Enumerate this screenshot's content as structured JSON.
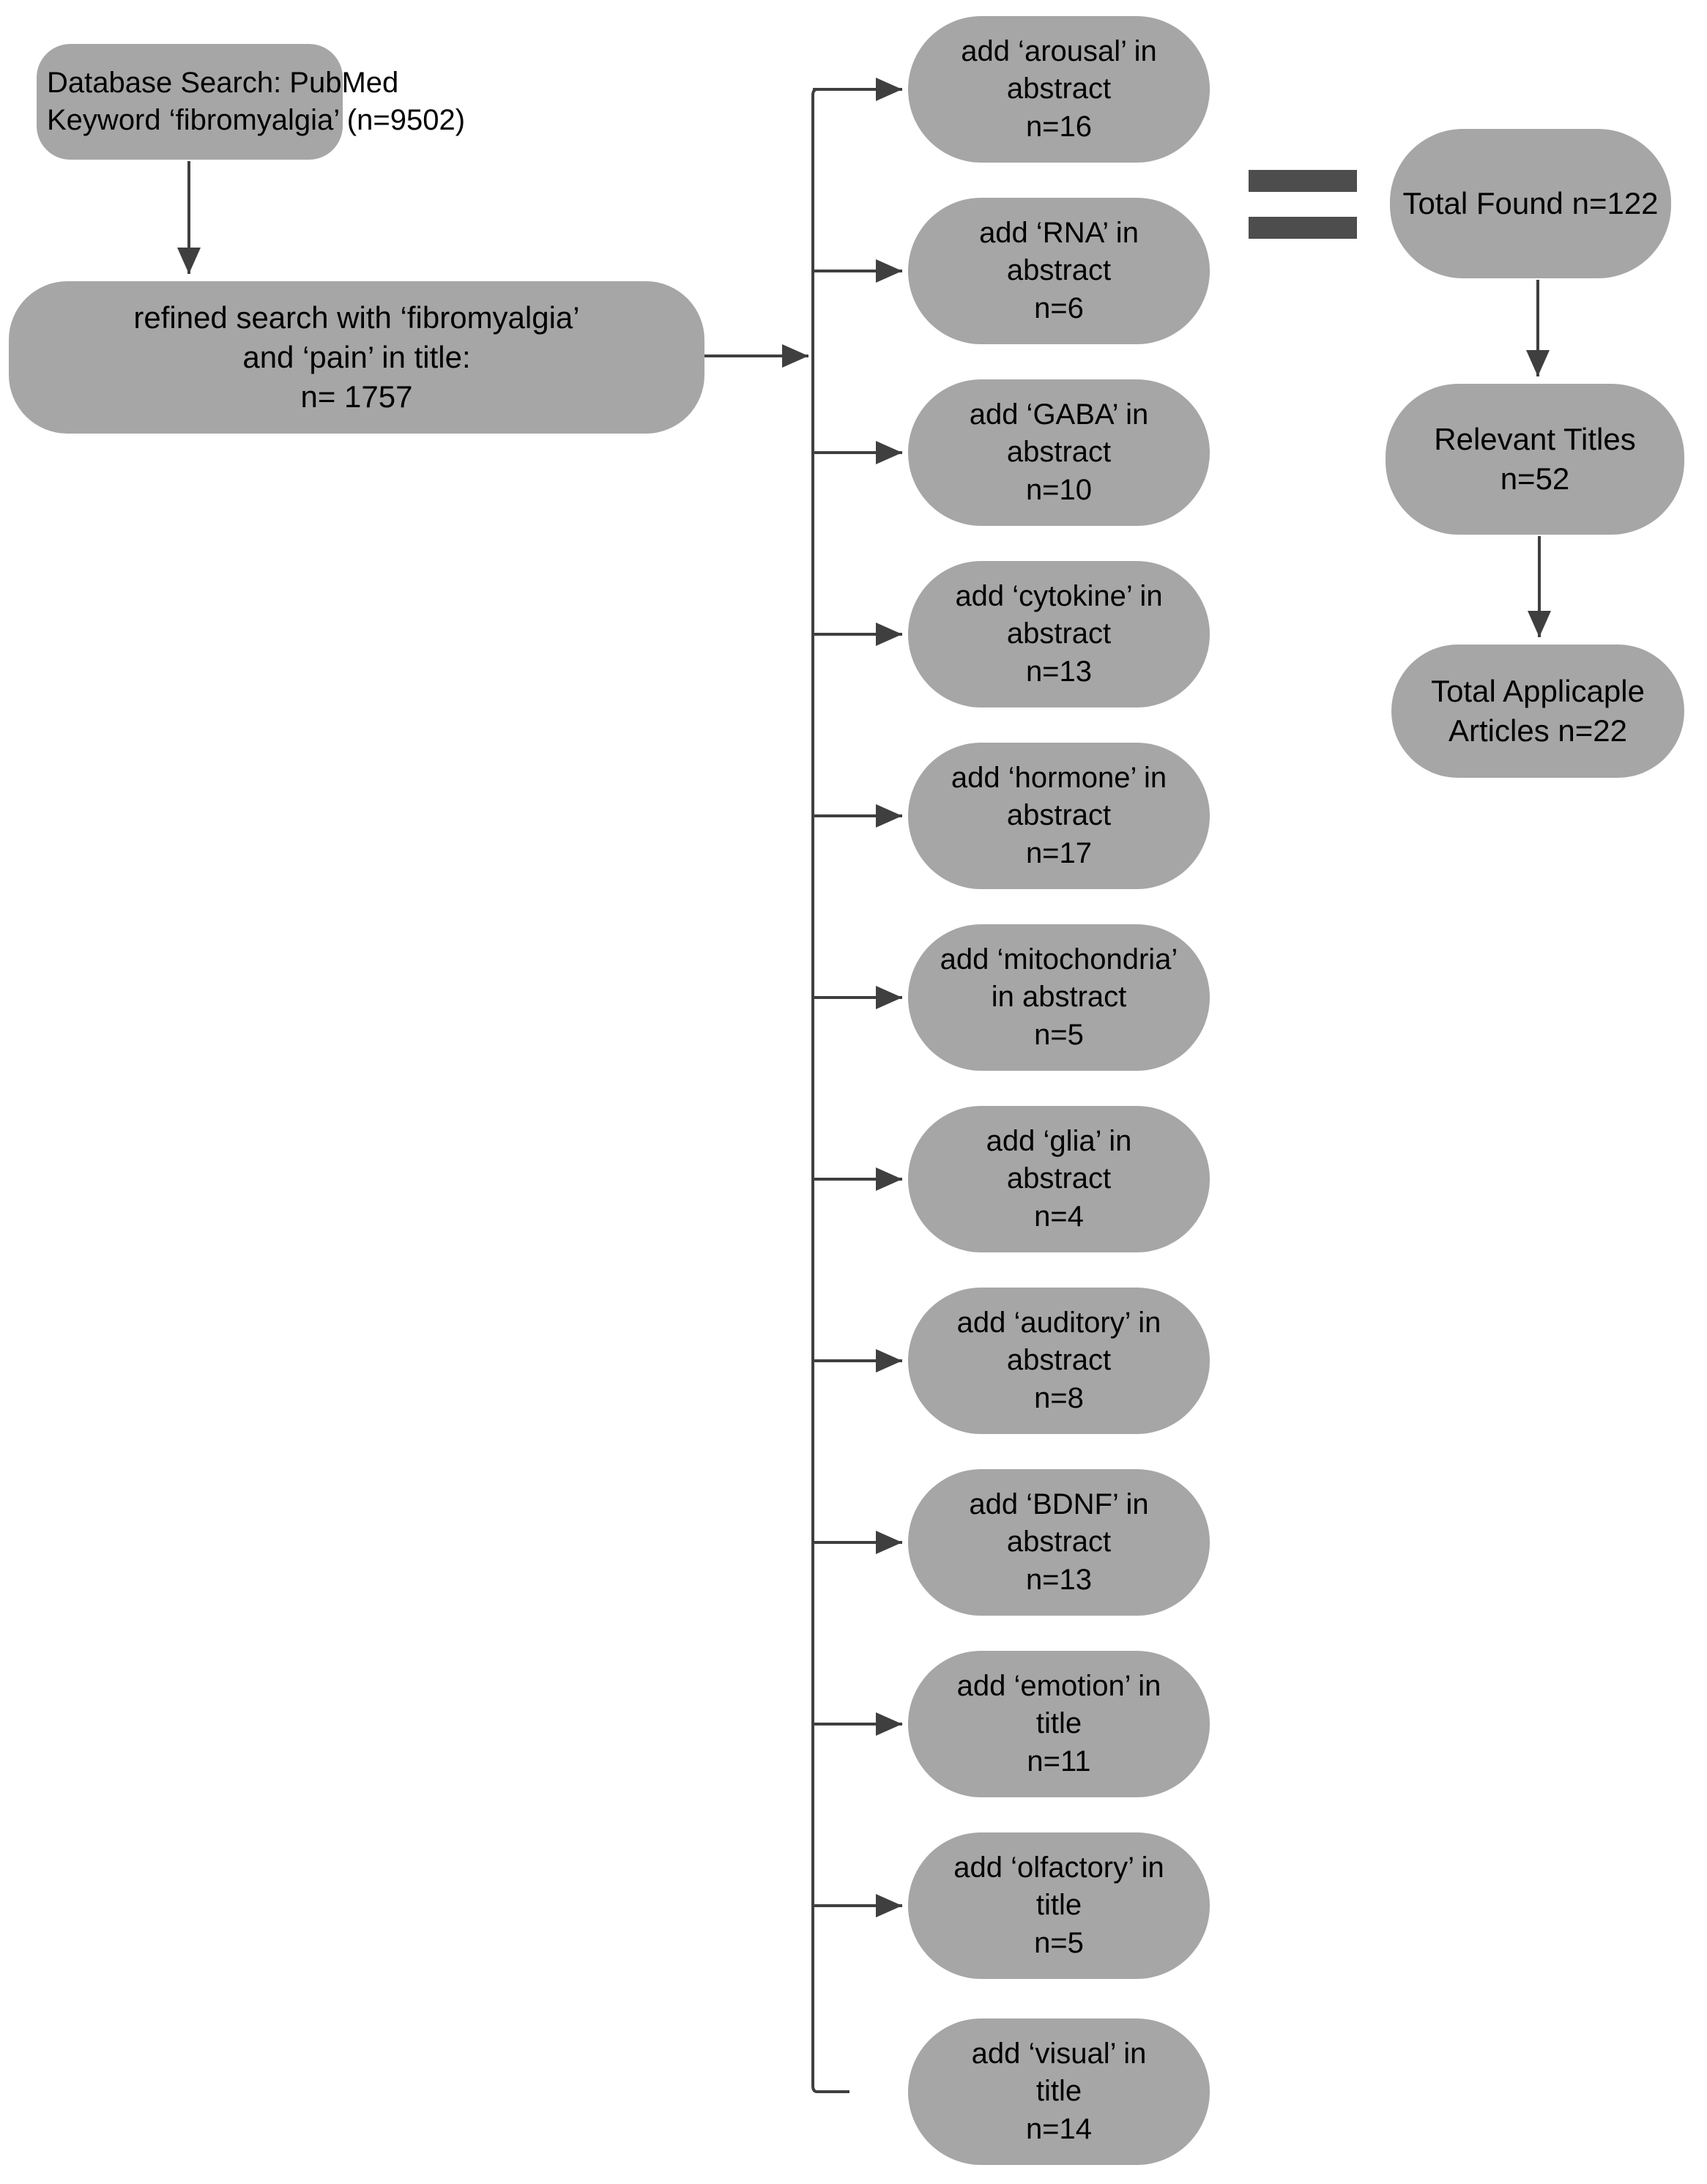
{
  "diagram": {
    "title": "Literature search flow diagram",
    "colors": {
      "node_fill": "#a6a6a6",
      "node_text": "#000000",
      "connector": "#3f3f3f",
      "equals_bar": "#4d4d4d",
      "background": "#ffffff"
    },
    "left_column": [
      {
        "id": "database-search",
        "lines": [
          "Database Search: PubMed",
          "Keyword ‘fibromyalgia’ (n=9502)"
        ]
      },
      {
        "id": "refined-search",
        "lines": [
          "refined search with ‘fibromyalgia’",
          "and ‘pain’ in title:",
          "n= 1757"
        ]
      }
    ],
    "middle_column": [
      {
        "id": "arousal",
        "lines": [
          "add ‘arousal’ in",
          "abstract",
          "n=16"
        ],
        "keyword": "arousal",
        "field": "abstract",
        "n": 16
      },
      {
        "id": "rna",
        "lines": [
          "add ‘RNA’ in",
          "abstract",
          "n=6"
        ],
        "keyword": "RNA",
        "field": "abstract",
        "n": 6
      },
      {
        "id": "gaba",
        "lines": [
          "add ‘GABA’ in",
          "abstract",
          "n=10"
        ],
        "keyword": "GABA",
        "field": "abstract",
        "n": 10
      },
      {
        "id": "cytokine",
        "lines": [
          "add ‘cytokine’ in",
          "abstract",
          "n=13"
        ],
        "keyword": "cytokine",
        "field": "abstract",
        "n": 13
      },
      {
        "id": "hormone",
        "lines": [
          "add ‘hormone’ in",
          "abstract",
          "n=17"
        ],
        "keyword": "hormone",
        "field": "abstract",
        "n": 17
      },
      {
        "id": "mitochondria",
        "lines": [
          "add ‘mitochondria’",
          "in abstract",
          "n=5"
        ],
        "keyword": "mitochondria",
        "field": "abstract",
        "n": 5
      },
      {
        "id": "glia",
        "lines": [
          "add ‘glia’ in",
          "abstract",
          "n=4"
        ],
        "keyword": "glia",
        "field": "abstract",
        "n": 4
      },
      {
        "id": "auditory",
        "lines": [
          "add ‘auditory’ in",
          "abstract",
          "n=8"
        ],
        "keyword": "auditory",
        "field": "abstract",
        "n": 8
      },
      {
        "id": "bdnf",
        "lines": [
          "add ‘BDNF’ in",
          "abstract",
          "n=13"
        ],
        "keyword": "BDNF",
        "field": "abstract",
        "n": 13
      },
      {
        "id": "emotion",
        "lines": [
          "add ‘emotion’ in",
          "title",
          "n=11"
        ],
        "keyword": "emotion",
        "field": "title",
        "n": 11
      },
      {
        "id": "olfactory",
        "lines": [
          "add ‘olfactory’ in",
          "title",
          "n=5"
        ],
        "keyword": "olfactory",
        "field": "title",
        "n": 5
      },
      {
        "id": "visual",
        "lines": [
          "add ‘visual’ in",
          "title",
          "n=14"
        ],
        "keyword": "visual",
        "field": "title",
        "n": 14
      }
    ],
    "right_column": [
      {
        "id": "total-found",
        "lines": [
          "Total Found n=122"
        ],
        "n": 122
      },
      {
        "id": "relevant-titles",
        "lines": [
          "Relevant Titles",
          "n=52"
        ],
        "n": 52
      },
      {
        "id": "applicable-articles",
        "lines": [
          "Total Applicaple",
          "Articles n=22"
        ],
        "n": 22
      }
    ],
    "equals_symbol": "="
  }
}
